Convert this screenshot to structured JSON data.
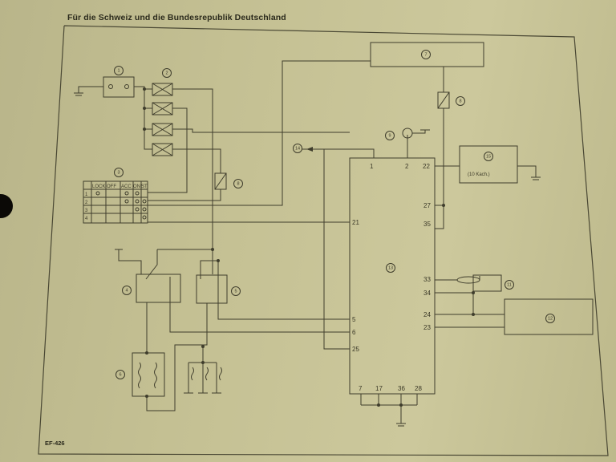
{
  "page": {
    "title": "Für die Schweiz und die Bundesrepublik Deutschland",
    "code": "EF-426",
    "colors": {
      "paper": "#c4c093",
      "ink": "#3f3d2c",
      "background": "#3a3418"
    }
  },
  "component_markers": [
    "1",
    "2",
    "3",
    "4",
    "5",
    "6",
    "7",
    "8",
    "9",
    "11",
    "12",
    "13",
    "14",
    "15"
  ],
  "ecu_pins": {
    "top": [
      "1",
      "2",
      "22"
    ],
    "left": [
      "21",
      "5",
      "6",
      "25"
    ],
    "right": [
      "27",
      "35",
      "33",
      "34",
      "24",
      "23"
    ],
    "bottom": [
      "7",
      "17",
      "36",
      "28"
    ]
  },
  "ground_box_label": "(10 Kach.)",
  "switch_table": {
    "header": [
      "LOCK",
      "OFF",
      "ACC",
      "ON",
      "ST"
    ],
    "rows": [
      "1",
      "2",
      "3",
      "4"
    ]
  }
}
